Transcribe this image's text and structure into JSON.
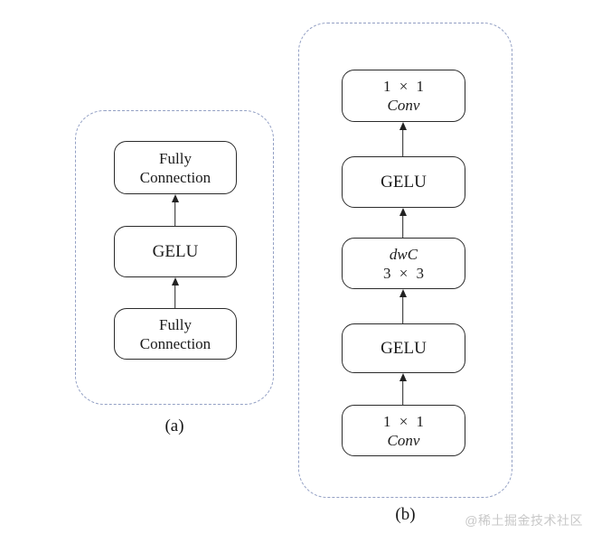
{
  "figure": {
    "panel_a": {
      "caption": "(a)",
      "boxes": [
        {
          "line1": "Fully",
          "line2": "Connection"
        },
        {
          "line1": "GELU"
        },
        {
          "line1": "Fully",
          "line2": "Connection"
        }
      ]
    },
    "panel_b": {
      "caption": "(b)",
      "boxes": [
        {
          "line1": "1 × 1",
          "line2": "Conv"
        },
        {
          "line1": "GELU"
        },
        {
          "line1": "dwC",
          "line2": "3 × 3"
        },
        {
          "line1": "GELU"
        },
        {
          "line1": "1 × 1",
          "line2": "Conv"
        }
      ]
    },
    "watermark": "@稀土掘金技术社区"
  },
  "colors": {
    "dashed_border": "#93a0c4",
    "box_border": "#2b2b2b",
    "arrow": "#222222",
    "text": "#1b1b1b",
    "watermark": "#c8c8c8",
    "background": "#ffffff"
  }
}
